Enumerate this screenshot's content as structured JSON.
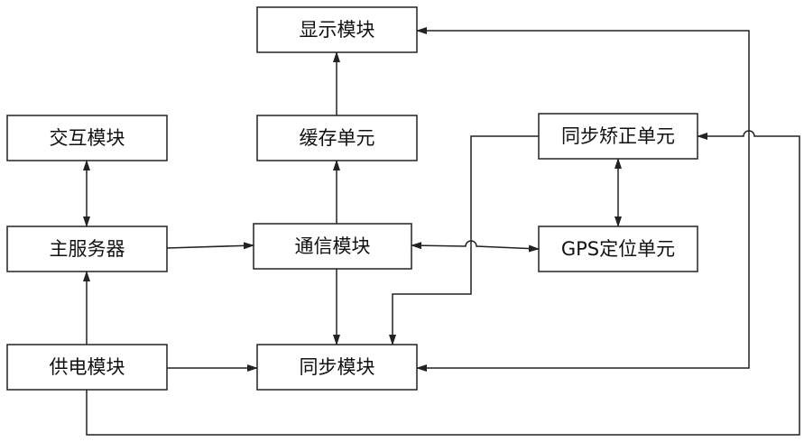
{
  "modules": {
    "display": "显示模块",
    "cache": "缓存单元",
    "interaction": "交互模块",
    "main_server": "主服务器",
    "communication": "通信模块",
    "sync_correction": "同步矫正单元",
    "gps": "GPS定位单元",
    "power": "供电模块",
    "sync": "同步模块"
  },
  "colors": {
    "line": "#222222",
    "box_fill": "#ffffff",
    "text": "#111111"
  }
}
